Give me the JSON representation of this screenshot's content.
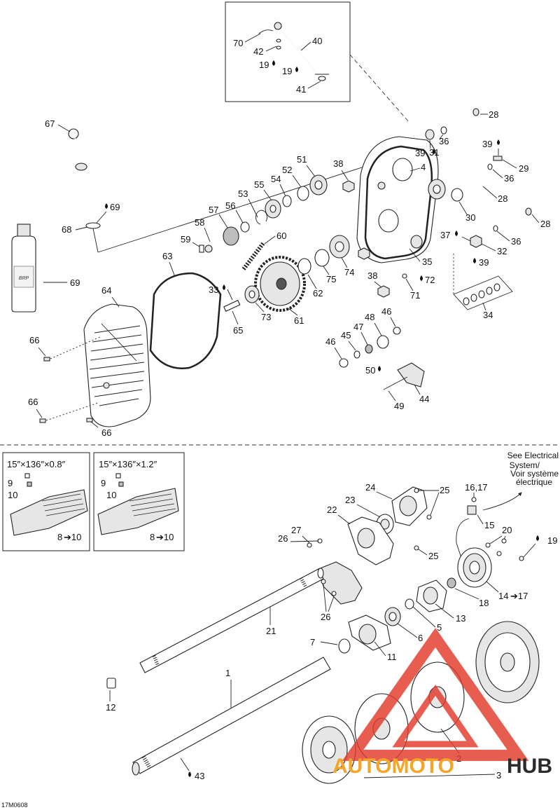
{
  "diagram_code": "17M0608",
  "callouts": {
    "c1": "1",
    "c2": "2",
    "c3": "3",
    "c4": "4",
    "c5": "5",
    "c6": "6",
    "c7": "7",
    "c8_10a": "8",
    "c8_10b": "8",
    "c10": "10",
    "c10b": "10",
    "c9": "9",
    "c9b": "9",
    "c11": "11",
    "c12": "12",
    "c13": "13",
    "c14_17": "14",
    "c15": "15",
    "c16_17": "16,17",
    "c18": "18",
    "c19": "19",
    "c19a": "19",
    "c19b": "19",
    "c20": "20",
    "c21": "21",
    "c22": "22",
    "c23": "23",
    "c24": "24",
    "c25a": "25",
    "c25b": "25",
    "c26a": "26",
    "c26b": "26",
    "c27": "27",
    "c28a": "28",
    "c28b": "28",
    "c28c": "28",
    "c29": "29",
    "c30": "30",
    "c31": "31",
    "c32": "32",
    "c33": "33",
    "c34": "34",
    "c35": "35",
    "c36a": "36",
    "c36b": "36",
    "c36c": "36",
    "c37": "37",
    "c38a": "38",
    "c38b": "38",
    "c39a": "39",
    "c39b": "39",
    "c39c": "39",
    "c40": "40",
    "c41": "41",
    "c42": "42",
    "c43": "43",
    "c44": "44",
    "c45": "45",
    "c46a": "46",
    "c46b": "46",
    "c47": "47",
    "c48": "48",
    "c49": "49",
    "c50": "50",
    "c51": "51",
    "c52": "52",
    "c53": "53",
    "c54": "54",
    "c55": "55",
    "c56": "56",
    "c57": "57",
    "c58": "58",
    "c59": "59",
    "c60": "60",
    "c61": "61",
    "c62": "62",
    "c63": "63",
    "c64": "64",
    "c65": "65",
    "c66a": "66",
    "c66b": "66",
    "c66c": "66",
    "c67": "67",
    "c68": "68",
    "c69a": "69",
    "c69b": "69",
    "c70": "70",
    "c71": "71",
    "c72": "72",
    "c73": "73",
    "c74": "74",
    "c75": "75",
    "range_arrow_a": "➔10",
    "range_arrow_b": "➔10",
    "range_arrow_c": "➔17"
  },
  "track_boxes": {
    "left_title": "15″×136″×0.8″",
    "right_title": "15″×136″×1.2″"
  },
  "electrical_note": {
    "line1": "See Electrical",
    "line2": "System/",
    "line3": "Voir système",
    "line4": "électrique"
  },
  "bottle_label": "BRP",
  "watermark": {
    "part1": "AUTOMOTO",
    "part2": "HUB",
    "color_red": "#e23b2c",
    "color_orange": "#f4a62a",
    "color_dark": "#2b2b2b"
  }
}
